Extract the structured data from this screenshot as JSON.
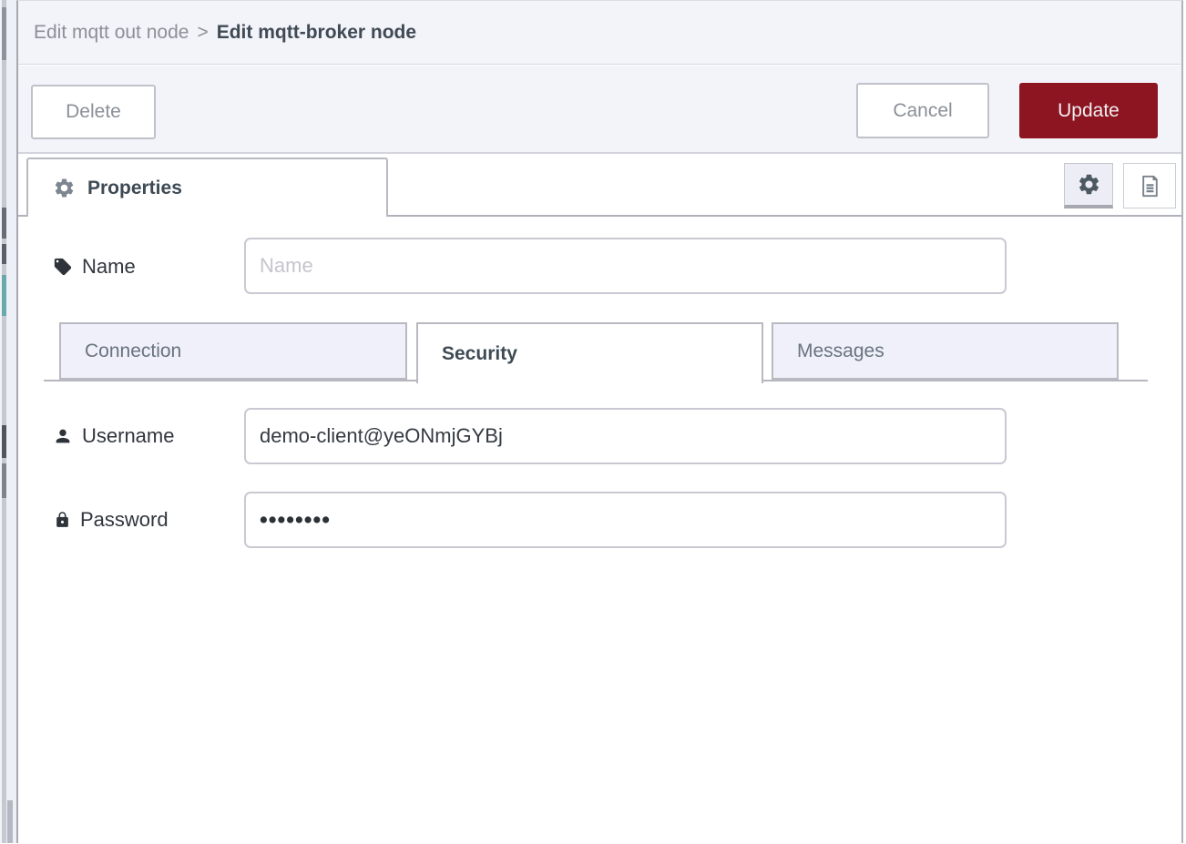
{
  "breadcrumb": {
    "parent_label": "Edit mqtt out node",
    "separator": ">",
    "title": "Edit mqtt-broker node"
  },
  "toolbar": {
    "delete_label": "Delete",
    "cancel_label": "Cancel",
    "update_label": "Update"
  },
  "tray": {
    "properties_tab_label": "Properties"
  },
  "form": {
    "name": {
      "label": "Name",
      "placeholder": "Name",
      "value": ""
    },
    "security_tabs": {
      "items": [
        {
          "label": "Connection",
          "active": false
        },
        {
          "label": "Security",
          "active": true
        },
        {
          "label": "Messages",
          "active": false
        }
      ],
      "active_tab": "Security"
    },
    "username": {
      "label": "Username",
      "value": "demo-client@yeONmjGYBj"
    },
    "password": {
      "label": "Password",
      "masked_value": "••••••••",
      "dot_count": 8
    }
  },
  "icons": {
    "properties_tab": "gear-icon",
    "toggle_node_properties": "gear-icon",
    "toggle_node_description": "document-icon",
    "name_field": "tag-icon",
    "username_field": "user-icon",
    "password_field": "lock-icon"
  },
  "colors": {
    "update_button_bg": "#8C1521",
    "band_bg": "#f3f3fa",
    "inactive_tab_bg": "#eff0f9",
    "title_text": "#3f4a54",
    "muted_text": "#8b9097",
    "accent_border": "#b9b9c2"
  }
}
